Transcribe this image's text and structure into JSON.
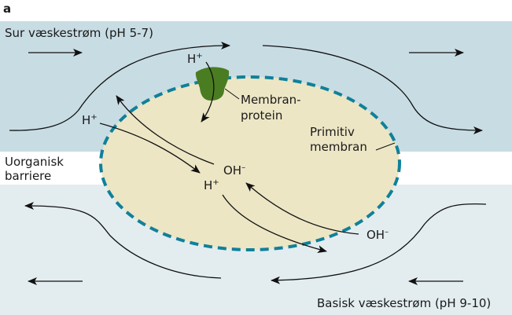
{
  "panel_label": "a",
  "colors": {
    "acid_stream": "#c8dce3",
    "basic_stream": "#e3edf0",
    "barrier": "#ffffff",
    "membrane_fill": "#ece6c5",
    "membrane_outline": "#10809a",
    "protein": "#4a7d22",
    "arrow": "#111111"
  },
  "labels": {
    "acid_stream": "Sur væskestrøm (pH 5-7)",
    "basic_stream": "Basisk væskestrøm (pH 9-10)",
    "barrier_line1": "Uorganisk",
    "barrier_line2": "barriere",
    "protein_line1": "Membran-",
    "protein_line2": "protein",
    "membrane_line1": "Primitiv",
    "membrane_line2": "membran"
  },
  "ions": {
    "h_plus_top": {
      "base": "H",
      "sup": "+"
    },
    "h_plus_left": {
      "base": "H",
      "sup": "+"
    },
    "h_plus_center": {
      "base": "H",
      "sup": "+"
    },
    "oh_minus_center": {
      "base": "OH",
      "sup": "–"
    },
    "oh_minus_right": {
      "base": "OH",
      "sup": "–"
    }
  }
}
